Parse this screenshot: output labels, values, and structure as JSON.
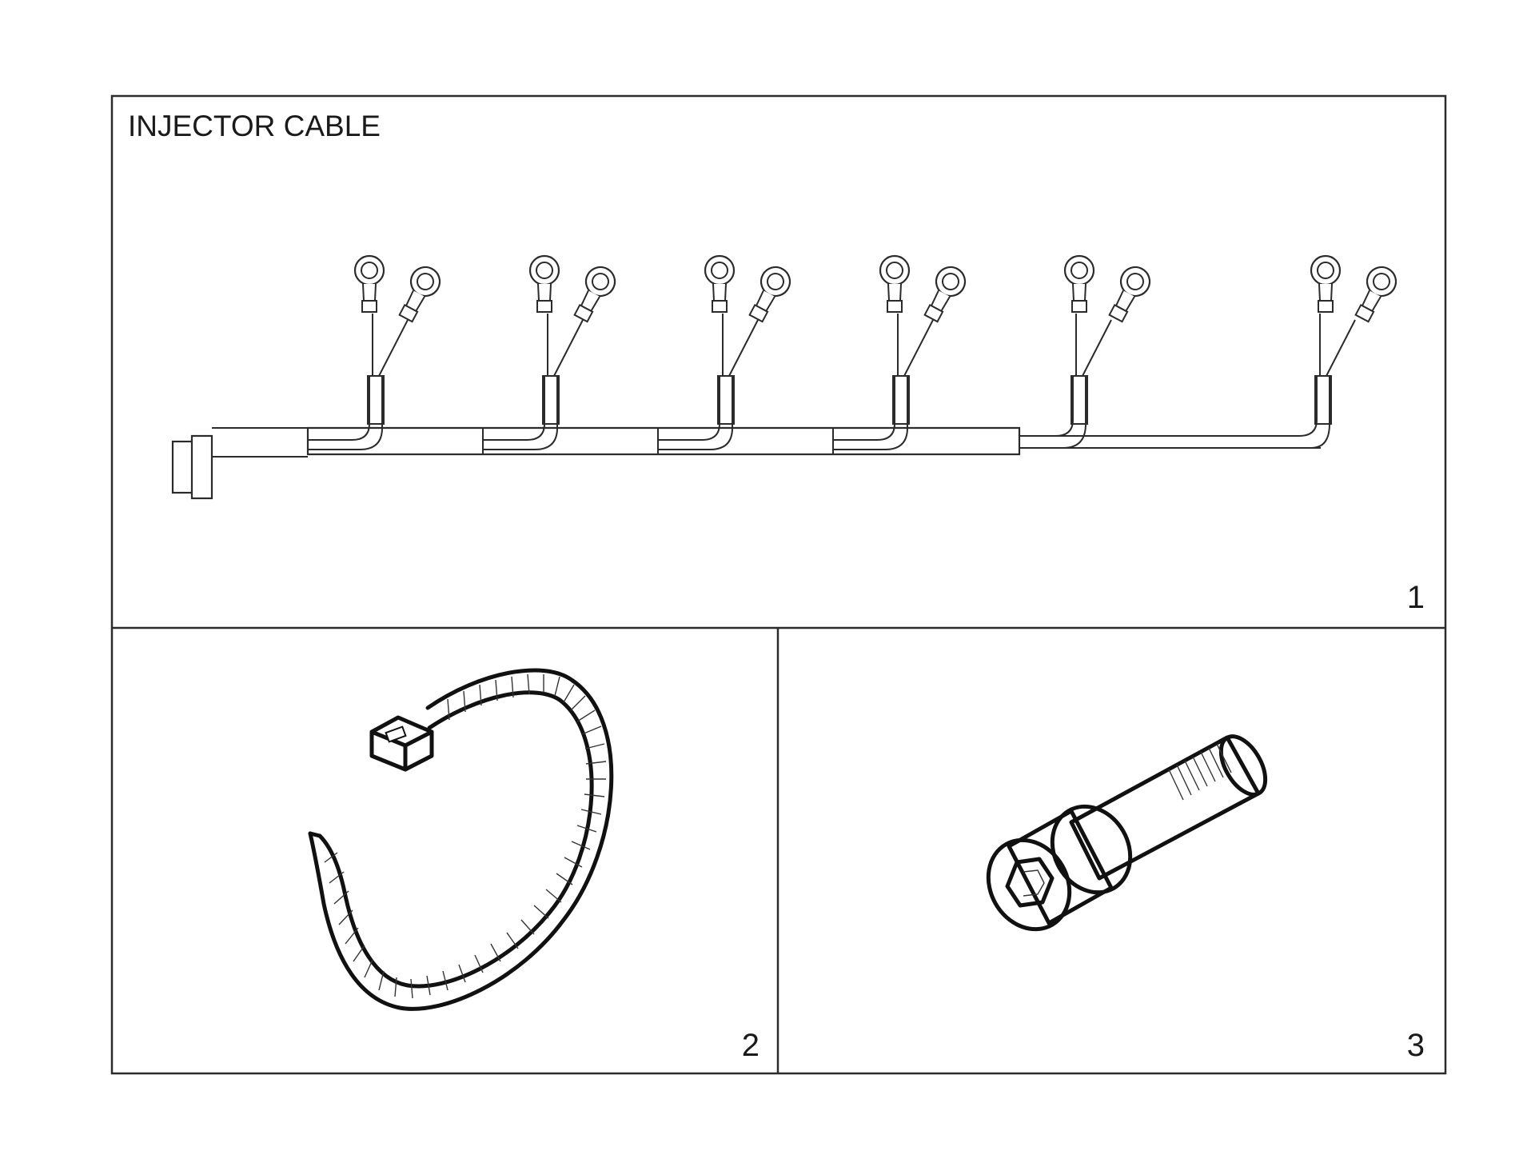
{
  "panels": {
    "injector": {
      "title": "INJECTOR CABLE",
      "number": "1"
    },
    "cable_tie": {
      "number": "2"
    },
    "screw": {
      "number": "3"
    }
  },
  "harness": {
    "terminal_pairs": 6
  },
  "colors": {
    "line": "#2b2b2b",
    "background": "#ffffff"
  }
}
